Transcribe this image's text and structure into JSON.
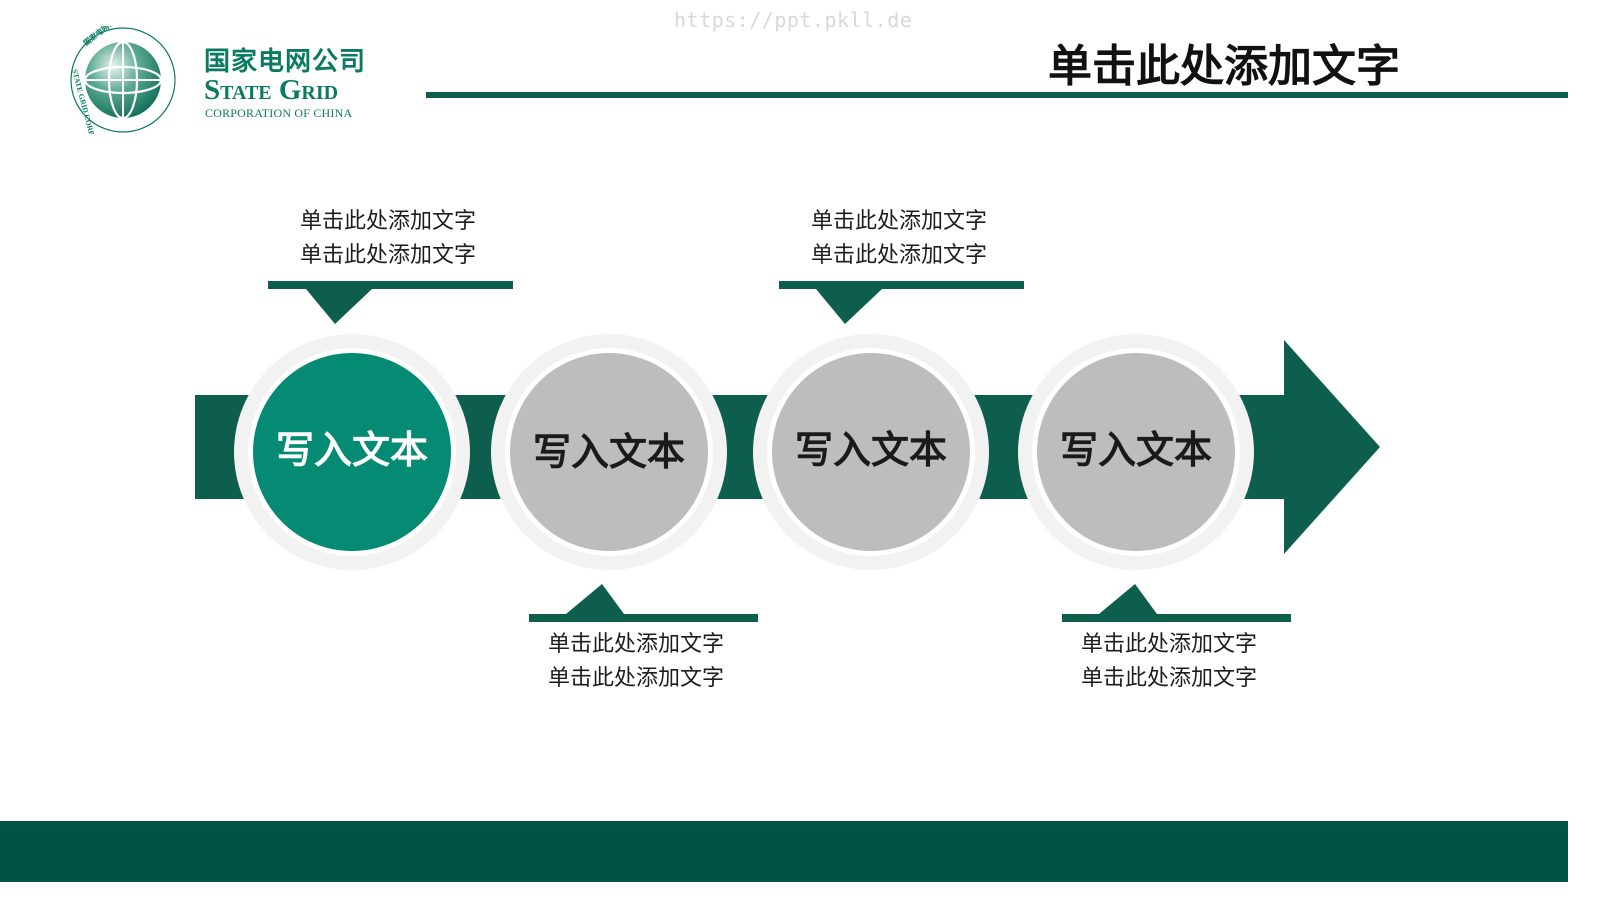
{
  "watermark": "https://ppt.pkll.de",
  "logo": {
    "name_cn": "国家电网公司",
    "name_en": "State Grid",
    "subtitle": "CORPORATION OF CHINA",
    "emblem_ring_text_cn": "国家电网公司",
    "emblem_ring_text_en": "STATE GRID CORPORATION OF CHINA"
  },
  "title": "单击此处添加文字",
  "colors": {
    "brand_dark": "#0e5e4d",
    "brand_teal": "#058a74",
    "step_grey": "#bdbdbe",
    "footer": "#005446"
  },
  "steps": [
    {
      "label": "写入文本",
      "active": true
    },
    {
      "label": "写入文本",
      "active": false
    },
    {
      "label": "写入文本",
      "active": false
    },
    {
      "label": "写入文本",
      "active": false
    }
  ],
  "callouts": [
    {
      "position": "top",
      "lines": [
        "单击此处添加文字",
        "单击此处添加文字"
      ]
    },
    {
      "position": "bottom",
      "lines": [
        "单击此处添加文字",
        "单击此处添加文字"
      ]
    },
    {
      "position": "top",
      "lines": [
        "单击此处添加文字",
        "单击此处添加文字"
      ]
    },
    {
      "position": "bottom",
      "lines": [
        "单击此处添加文字",
        "单击此处添加文字"
      ]
    }
  ]
}
